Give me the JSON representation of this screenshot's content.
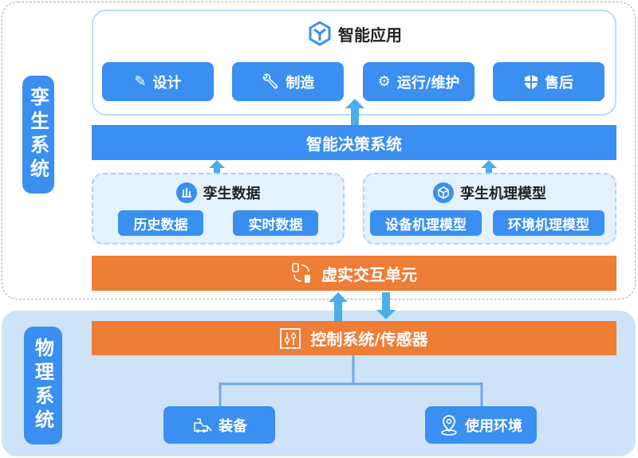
{
  "twin_system": {
    "label": "孪生系统",
    "apps": {
      "title": "智能应用",
      "items": [
        {
          "label": "设计",
          "icon": "ruler-pencil-icon"
        },
        {
          "label": "制造",
          "icon": "wrench-icon"
        },
        {
          "label": "运行/维护",
          "icon": "gear-icon"
        },
        {
          "label": "售后",
          "icon": "shield-icon"
        }
      ]
    },
    "decision": "智能决策系统",
    "twin_data": {
      "title": "孪生数据",
      "items": [
        "历史数据",
        "实时数据"
      ]
    },
    "twin_model": {
      "title": "孪生机理模型",
      "items": [
        "设备机理模型",
        "环境机理模型"
      ]
    },
    "interaction": "虚实交互单元"
  },
  "physical_system": {
    "label": "物理系统",
    "control": "控制系统/传感器",
    "items": [
      "装备",
      "使用环境"
    ]
  },
  "colors": {
    "blue": "#3a8ff0",
    "orange": "#ee7d36",
    "light": "#cfe3f8",
    "arrow": "#4aaee8"
  }
}
